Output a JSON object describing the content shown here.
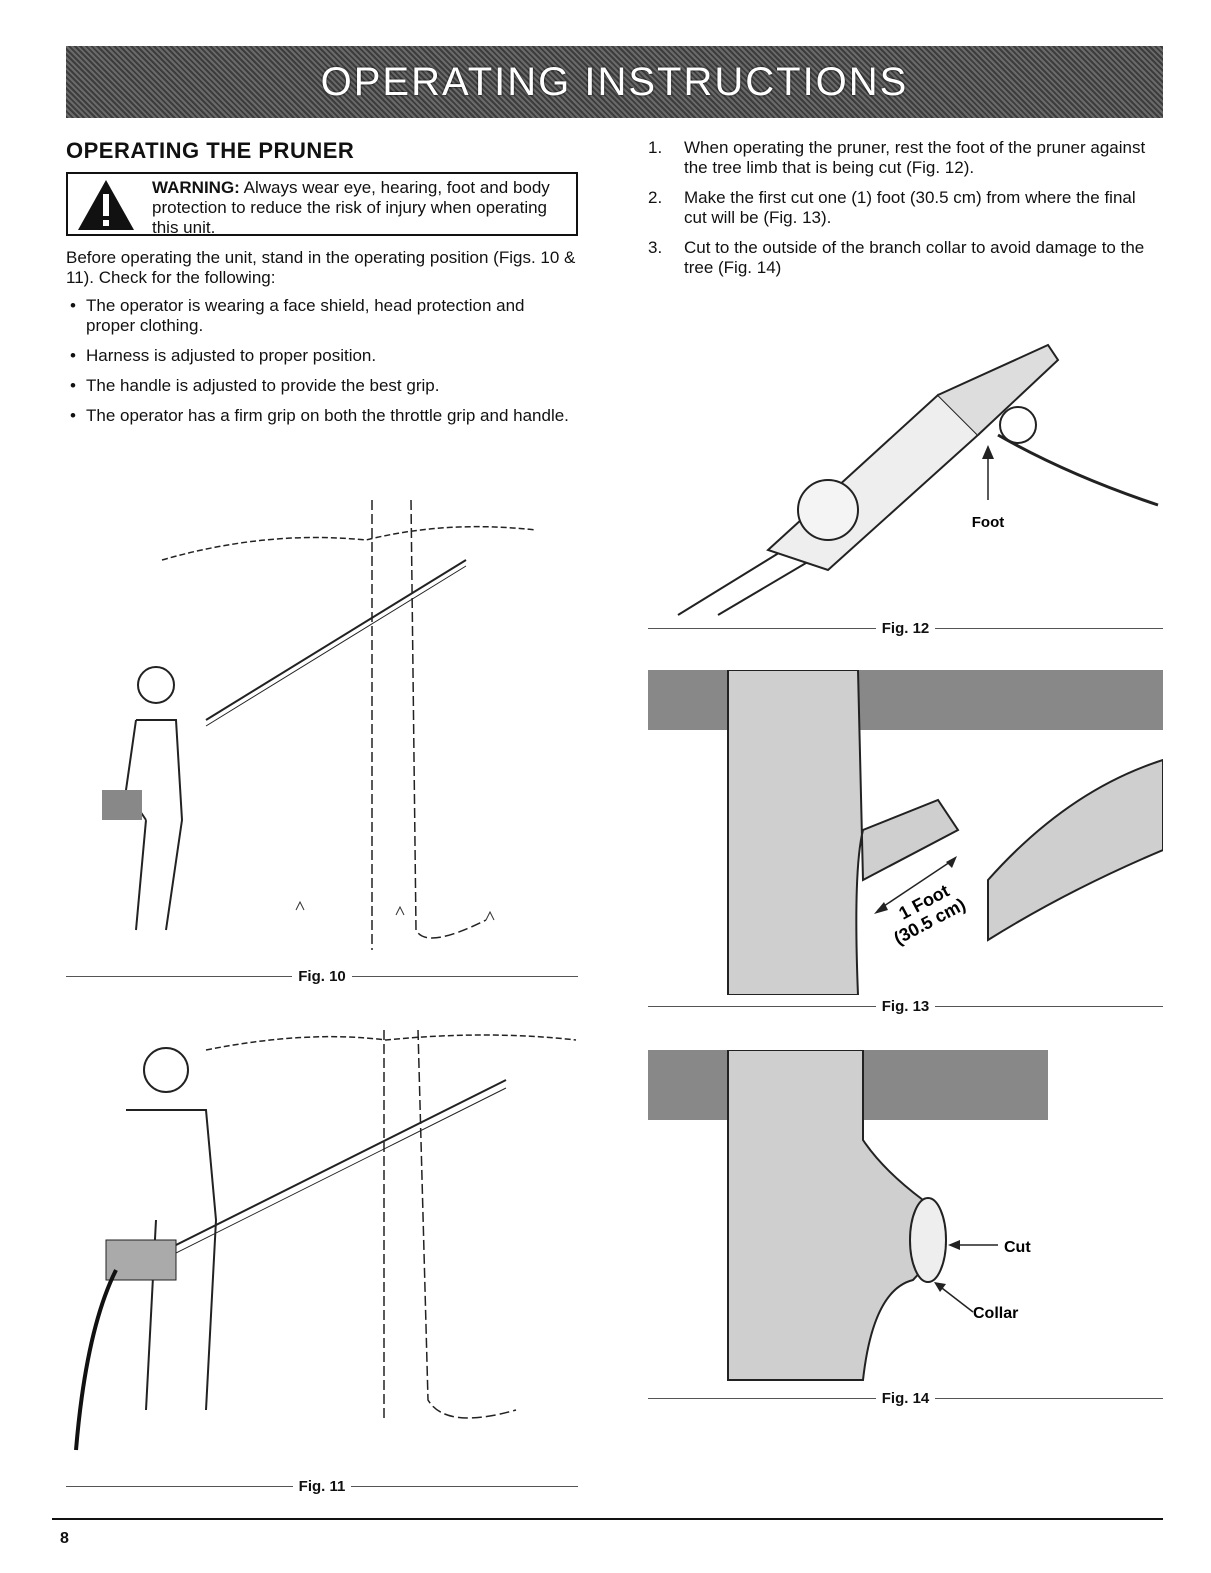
{
  "header": {
    "title": "OPERATING INSTRUCTIONS"
  },
  "section": {
    "title": "OPERATING THE PRUNER"
  },
  "warning": {
    "label": "WARNING:",
    "text": "Always wear eye, hearing, foot and body protection to reduce the risk of injury when operating this unit."
  },
  "intro": "Before operating the unit, stand in the operating position (Figs. 10 & 11). Check for the following:",
  "checks": [
    "The operator is wearing a face shield, head protection and proper clothing.",
    "Harness is adjusted to proper position.",
    "The handle is adjusted to provide the best grip.",
    "The operator has a firm grip on both the throttle grip and handle."
  ],
  "steps": [
    {
      "num": "1.",
      "text": "When operating the pruner, rest the foot of the pruner against the tree limb that is being cut (Fig. 12)."
    },
    {
      "num": "2.",
      "text": "Make the first cut one (1) foot (30.5 cm) from where the final cut will be (Fig. 13)."
    },
    {
      "num": "3.",
      "text": "Cut to the outside of the branch collar to avoid damage to the tree (Fig. 14)"
    }
  ],
  "figures": {
    "fig10": "Fig. 10",
    "fig11": "Fig. 11",
    "fig12": "Fig. 12",
    "fig13": "Fig. 13",
    "fig14": "Fig. 14"
  },
  "labels": {
    "foot": "Foot",
    "measure1": "1 Foot",
    "measure2": "(30.5 cm)",
    "cut": "Cut",
    "collar": "Collar"
  },
  "footer": {
    "page": "8"
  }
}
